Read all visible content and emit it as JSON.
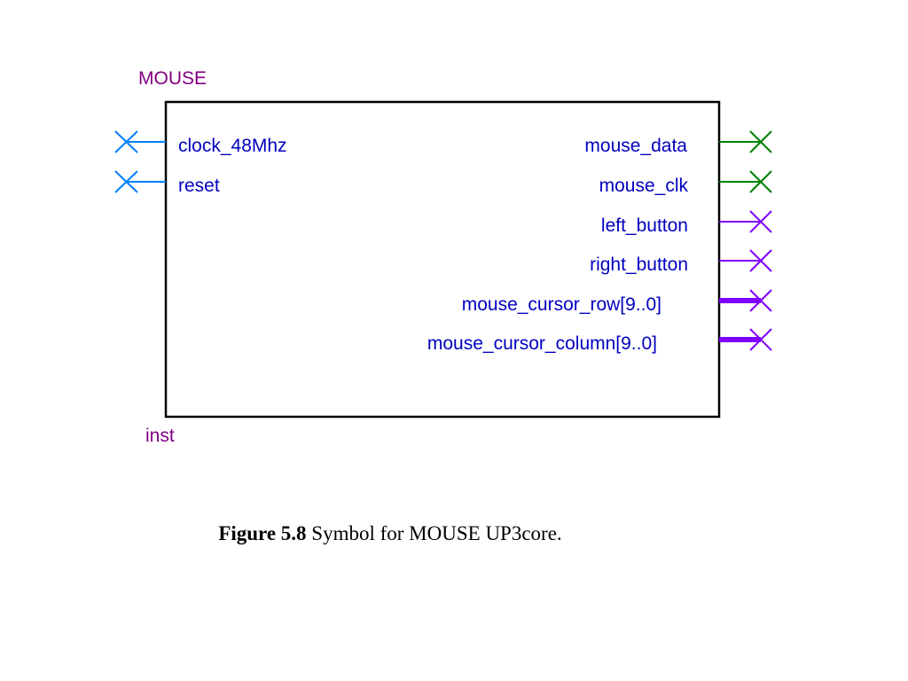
{
  "symbol": {
    "name": "MOUSE",
    "instance": "inst",
    "label_color": "#800080",
    "box_color": "#000000"
  },
  "ports": {
    "inputs": [
      {
        "name": "clock_48Mhz",
        "color": "#0080ff",
        "bus": false
      },
      {
        "name": "reset",
        "color": "#0080ff",
        "bus": false
      }
    ],
    "outputs": [
      {
        "name": "mouse_data",
        "color": "#008000",
        "bus": false
      },
      {
        "name": "mouse_clk",
        "color": "#008000",
        "bus": false
      },
      {
        "name": "left_button",
        "color": "#8000ff",
        "bus": false
      },
      {
        "name": "right_button",
        "color": "#8000ff",
        "bus": false
      },
      {
        "name": "mouse_cursor_row[9..0]",
        "color": "#8000ff",
        "bus": true
      },
      {
        "name": "mouse_cursor_column[9..0]",
        "color": "#8000ff",
        "bus": true
      }
    ],
    "label_color": "#0000c0"
  },
  "caption": {
    "number": "Figure 5.8",
    "text": " Symbol for MOUSE UP3core."
  }
}
